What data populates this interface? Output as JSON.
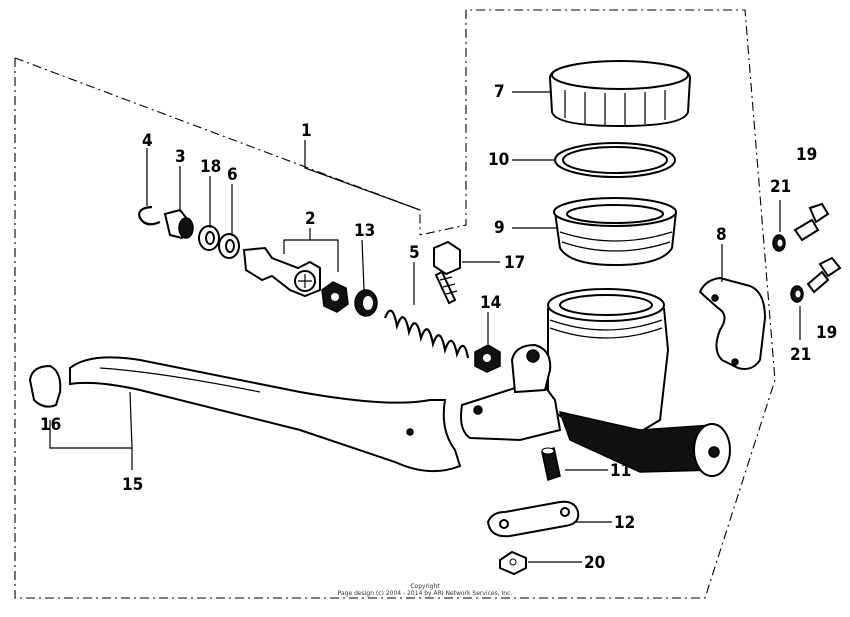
{
  "callouts": {
    "c1": "1",
    "c2": "2",
    "c3": "3",
    "c4": "4",
    "c5": "5",
    "c6": "6",
    "c7": "7",
    "c8": "8",
    "c9": "9",
    "c10": "10",
    "c11": "11",
    "c12": "12",
    "c13": "13",
    "c14": "14",
    "c15": "15",
    "c16": "16",
    "c17": "17",
    "c18": "18",
    "c19a": "19",
    "c19b": "19",
    "c20": "20",
    "c21a": "21",
    "c21b": "21"
  },
  "footer": {
    "line1": "Copyright",
    "line2": "Page design (c) 2004 - 2014 by ARI Network Services, Inc."
  }
}
